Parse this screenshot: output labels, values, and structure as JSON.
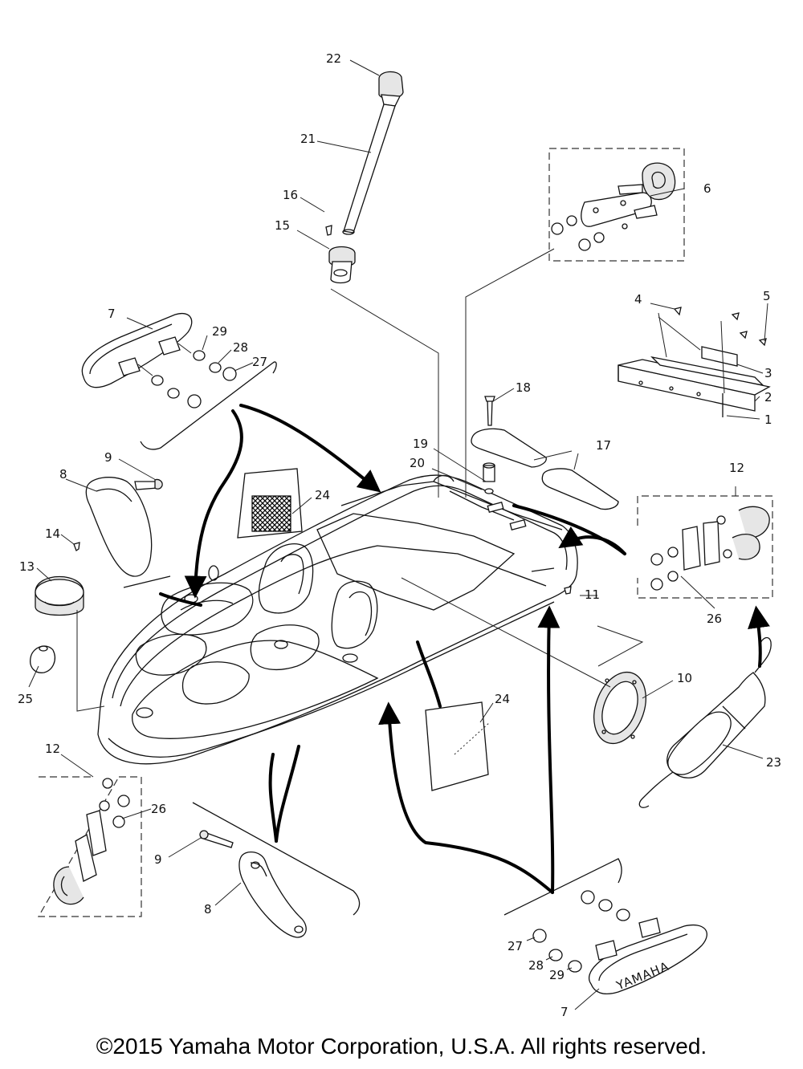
{
  "labels": {
    "l1": "1",
    "l2": "2",
    "l3": "3",
    "l4": "4",
    "l5": "5",
    "l6": "6",
    "l7a": "7",
    "l7b": "7",
    "l8a": "8",
    "l8b": "8",
    "l9a": "9",
    "l9b": "9",
    "l10": "10",
    "l11": "11",
    "l12a": "12",
    "l12b": "12",
    "l13": "13",
    "l14": "14",
    "l15": "15",
    "l16": "16",
    "l17": "17",
    "l18": "18",
    "l19": "19",
    "l20": "20",
    "l21": "21",
    "l22": "22",
    "l23": "23",
    "l24a": "24",
    "l24b": "24",
    "l25": "25",
    "l26a": "26",
    "l26b": "26",
    "l27a": "27",
    "l27b": "27",
    "l28a": "28",
    "l28b": "28",
    "l29a": "29",
    "l29b": "29"
  },
  "logo_text": "YAMAHA",
  "copyright": "©2015 Yamaha Motor Corporation, U.S.A. All rights reserved."
}
